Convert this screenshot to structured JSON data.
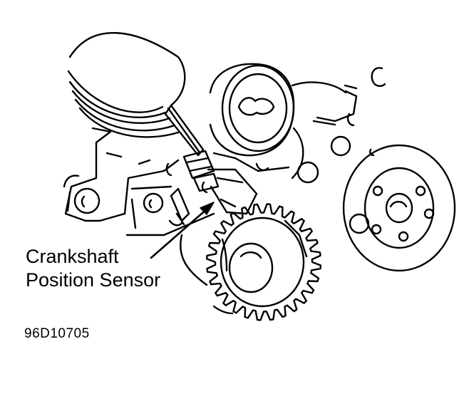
{
  "callout": {
    "line1": "Crankshaft",
    "line2": "Position Sensor"
  },
  "figure_code": "96D10705",
  "colors": {
    "ink": "#000000",
    "paper": "#ffffff"
  }
}
